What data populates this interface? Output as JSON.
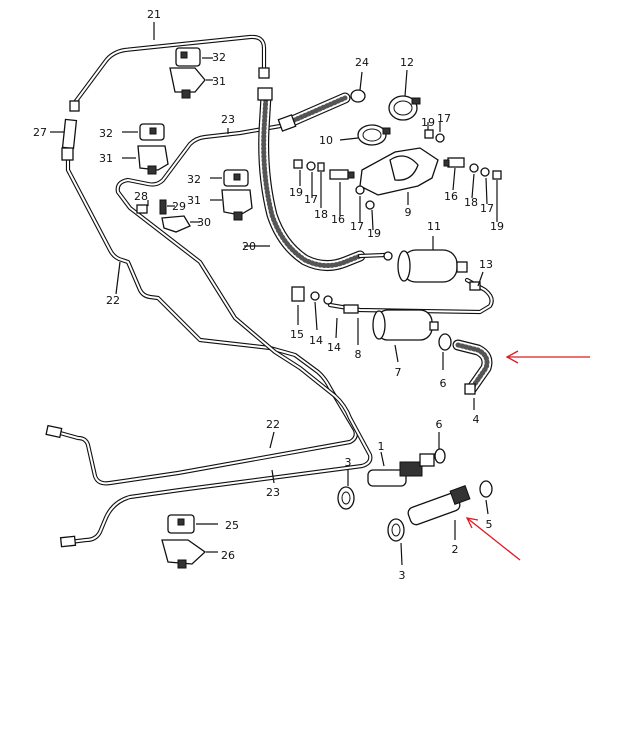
{
  "colors": {
    "line": "#111111",
    "background": "#ffffff",
    "arrow": "#e0191f"
  },
  "callouts": [
    {
      "id": "c21",
      "text": "21"
    },
    {
      "id": "c32a",
      "text": "32"
    },
    {
      "id": "c31a",
      "text": "31"
    },
    {
      "id": "c27",
      "text": "27"
    },
    {
      "id": "c32b",
      "text": "32"
    },
    {
      "id": "c31b",
      "text": "31"
    },
    {
      "id": "c23a",
      "text": "23"
    },
    {
      "id": "c32c",
      "text": "32"
    },
    {
      "id": "c31c",
      "text": "31"
    },
    {
      "id": "c28",
      "text": "28"
    },
    {
      "id": "c29",
      "text": "29"
    },
    {
      "id": "c30",
      "text": "30"
    },
    {
      "id": "c24",
      "text": "24"
    },
    {
      "id": "c12",
      "text": "12"
    },
    {
      "id": "c10",
      "text": "10"
    },
    {
      "id": "c19a",
      "text": "19"
    },
    {
      "id": "c17a",
      "text": "17"
    },
    {
      "id": "c19b",
      "text": "19"
    },
    {
      "id": "c17b",
      "text": "17"
    },
    {
      "id": "c18a",
      "text": "18"
    },
    {
      "id": "c16a",
      "text": "16"
    },
    {
      "id": "c17c",
      "text": "17"
    },
    {
      "id": "c19c",
      "text": "19"
    },
    {
      "id": "c9",
      "text": "9"
    },
    {
      "id": "c16b",
      "text": "16"
    },
    {
      "id": "c18b",
      "text": "18"
    },
    {
      "id": "c17d",
      "text": "17"
    },
    {
      "id": "c19d",
      "text": "19"
    },
    {
      "id": "c20",
      "text": "20"
    },
    {
      "id": "c11",
      "text": "11"
    },
    {
      "id": "c13",
      "text": "13"
    },
    {
      "id": "c22a",
      "text": "22"
    },
    {
      "id": "c15",
      "text": "15"
    },
    {
      "id": "c14a",
      "text": "14"
    },
    {
      "id": "c14b",
      "text": "14"
    },
    {
      "id": "c8",
      "text": "8"
    },
    {
      "id": "c7",
      "text": "7"
    },
    {
      "id": "c6a",
      "text": "6"
    },
    {
      "id": "c4",
      "text": "4"
    },
    {
      "id": "c22b",
      "text": "22"
    },
    {
      "id": "c1",
      "text": "1"
    },
    {
      "id": "c6b",
      "text": "6"
    },
    {
      "id": "c3a",
      "text": "3"
    },
    {
      "id": "c23b",
      "text": "23"
    },
    {
      "id": "c25",
      "text": "25"
    },
    {
      "id": "c26",
      "text": "26"
    },
    {
      "id": "c5",
      "text": "5"
    },
    {
      "id": "c2",
      "text": "2"
    },
    {
      "id": "c3b",
      "text": "3"
    }
  ]
}
